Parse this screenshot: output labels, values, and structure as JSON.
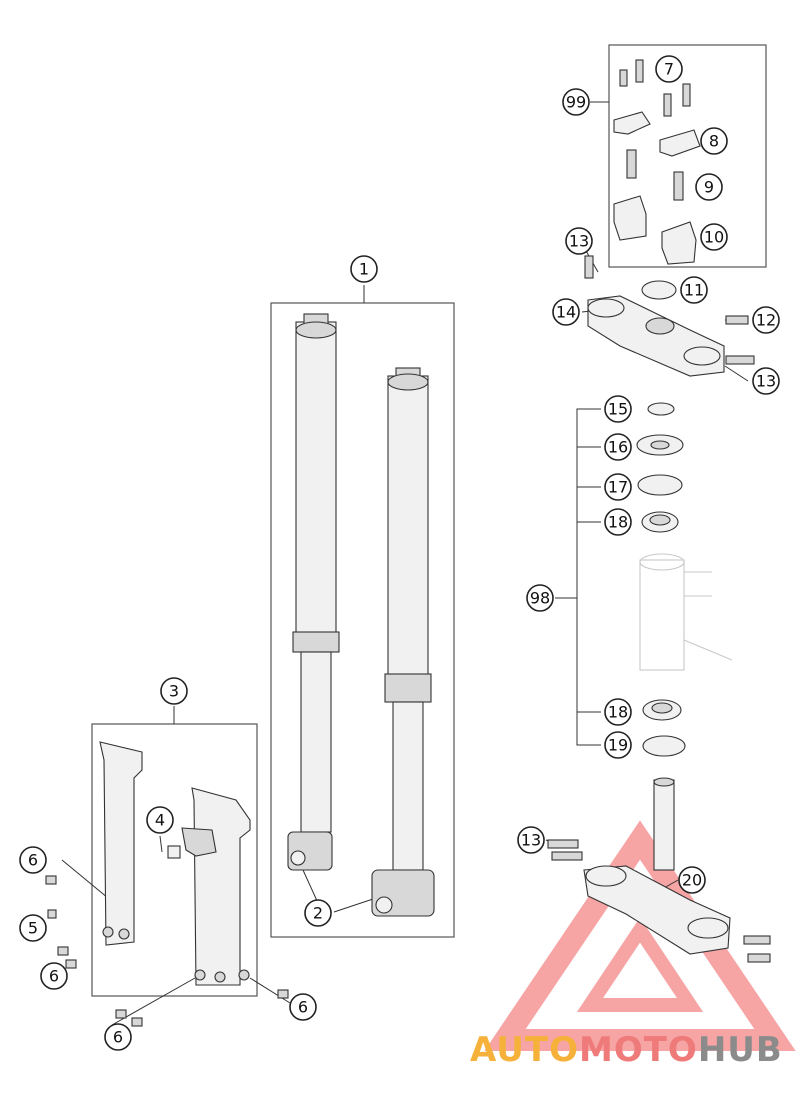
{
  "callouts": [
    {
      "id": "c1",
      "label": "1"
    },
    {
      "id": "c2",
      "label": "2"
    },
    {
      "id": "c3",
      "label": "3"
    },
    {
      "id": "c4",
      "label": "4"
    },
    {
      "id": "c5",
      "label": "5"
    },
    {
      "id": "c6a",
      "label": "6"
    },
    {
      "id": "c6b",
      "label": "6"
    },
    {
      "id": "c6c",
      "label": "6"
    },
    {
      "id": "c6d",
      "label": "6"
    },
    {
      "id": "c7",
      "label": "7"
    },
    {
      "id": "c8",
      "label": "8"
    },
    {
      "id": "c9",
      "label": "9"
    },
    {
      "id": "c10",
      "label": "10"
    },
    {
      "id": "c11",
      "label": "11"
    },
    {
      "id": "c12",
      "label": "12"
    },
    {
      "id": "c13a",
      "label": "13"
    },
    {
      "id": "c13b",
      "label": "13"
    },
    {
      "id": "c13c",
      "label": "13"
    },
    {
      "id": "c14",
      "label": "14"
    },
    {
      "id": "c15",
      "label": "15"
    },
    {
      "id": "c16",
      "label": "16"
    },
    {
      "id": "c17",
      "label": "17"
    },
    {
      "id": "c18a",
      "label": "18"
    },
    {
      "id": "c18b",
      "label": "18"
    },
    {
      "id": "c19",
      "label": "19"
    },
    {
      "id": "c20",
      "label": "20"
    },
    {
      "id": "c98",
      "label": "98"
    },
    {
      "id": "c99",
      "label": "99"
    }
  ],
  "watermark": {
    "part1": "AUTO",
    "part2": "MOTO",
    "part3": "HUB"
  },
  "colors": {
    "watermark_orange": "#f6b13b",
    "watermark_red": "#ef7a7a",
    "watermark_gray": "#8b8b8b"
  }
}
